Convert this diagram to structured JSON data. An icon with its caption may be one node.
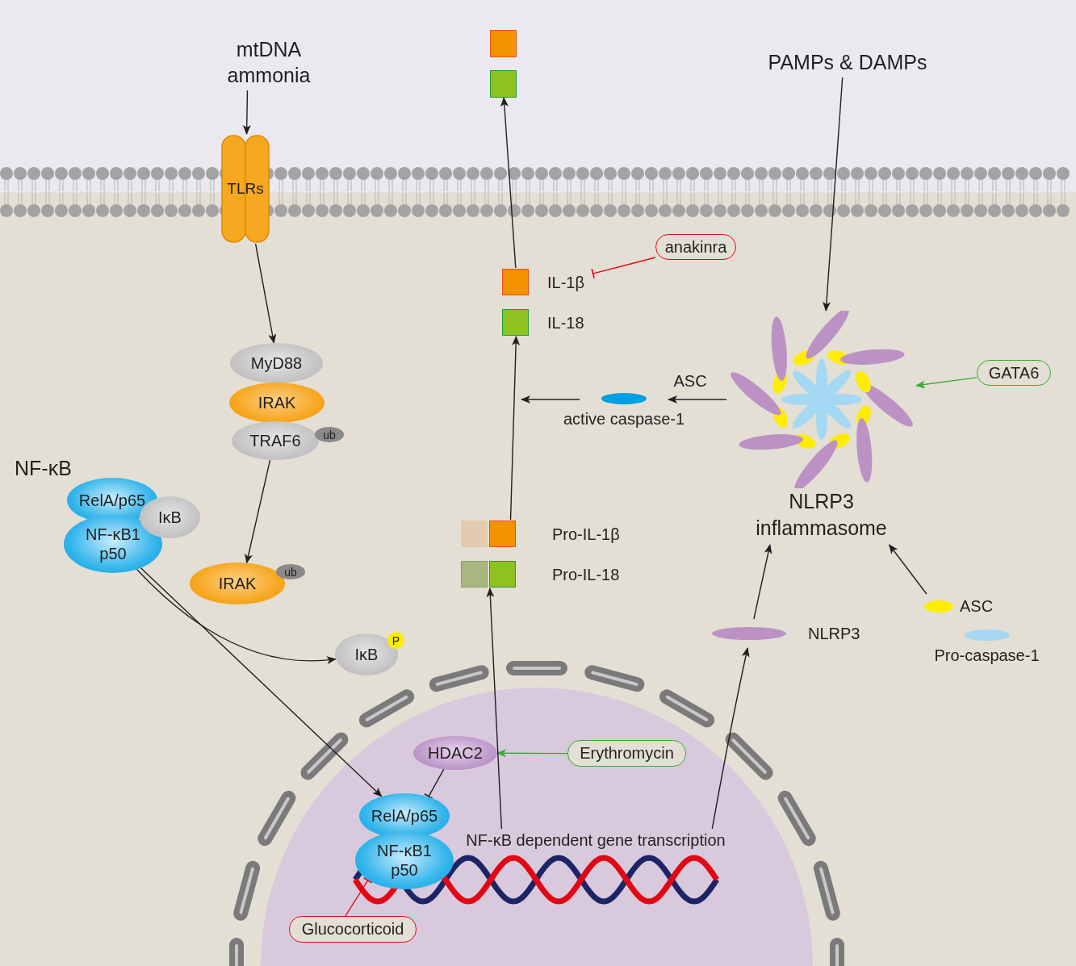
{
  "diagram": {
    "nodes": [
      {
        "text": [
          "mtDNA ammonia"
        ]
      },
      {
        "text": [
          "TLRs"
        ]
      },
      {
        "text": [
          "MyD88"
        ]
      },
      {
        "text": [
          "IRAK"
        ]
      },
      {
        "text": [
          "TRAF6"
        ]
      },
      {
        "text": [
          "ub"
        ]
      },
      {
        "text": [
          "RelA/p65"
        ]
      },
      {
        "text": [
          "NF-κB1 p50"
        ]
      },
      {
        "text": [
          "IκB"
        ]
      },
      {
        "text": [
          "IRAK"
        ]
      },
      {
        "text": [
          "ub"
        ]
      },
      {
        "text": [
          "IκB"
        ]
      },
      {
        "text": [
          "P"
        ]
      },
      {
        "text": [
          "HDAC2"
        ]
      },
      {
        "text": [
          "Erythromycin"
        ]
      },
      {
        "text": [
          "RelA/p65"
        ]
      },
      {
        "text": [
          "NF-κB1 p50"
        ]
      },
      {
        "text": [
          "Glucocorticoid"
        ]
      },
      {
        "text": [
          "NF-κB dependent gene transcription"
        ]
      },
      {
        "text": [
          "Pro-IL-1β"
        ]
      },
      {
        "text": [
          "Pro-IL-18"
        ]
      },
      {
        "text": [
          "IL-1β"
        ]
      },
      {
        "text": [
          "IL-18"
        ]
      },
      {
        "text": [
          "anakinra"
        ]
      },
      {
        "text": [],
        "shape": "box"
      },
      {
        "text": [],
        "shape": "box"
      },
      {
        "text": [
          "active caspase-1"
        ]
      },
      {
        "text": [
          "PAMPs & DAMPs"
        ]
      },
      {
        "text": [
          "NLRP3 inflammasome"
        ]
      },
      {
        "text": [
          "GATA6"
        ]
      },
      {
        "text": [
          "NLRP3"
        ]
      },
      {
        "text": [
          "ASC"
        ]
      },
      {
        "text": [
          "Pro-caspase-1"
        ]
      }
    ],
    "edges": [
      {
        "from": 0,
        "to": 1,
        "arrow": "to"
      },
      {
        "from": 1,
        "to": 2,
        "arrow": "to"
      },
      {
        "from": 4,
        "to": 9,
        "arrow": "to"
      },
      {
        "from": 7,
        "to": 11,
        "arrow": "to"
      },
      {
        "from": 7,
        "to": 15,
        "arrow": "to"
      },
      {
        "from": 14,
        "to": 13,
        "arrow": "to",
        "color": "#3aaa35"
      },
      {
        "from": 13,
        "to": 15,
        "arrow": "other"
      },
      {
        "from": 17,
        "to": 16,
        "arrow": "other",
        "color": "#e30613"
      },
      {
        "from": 18,
        "to": 20,
        "arrow": "to"
      },
      {
        "from": 19,
        "to": 22,
        "arrow": "to"
      },
      {
        "from": 21,
        "to": 25,
        "arrow": "to"
      },
      {
        "from": 23,
        "to": 21,
        "arrow": "other",
        "color": "#e30613"
      },
      {
        "from": 27,
        "to": 28,
        "arrow": "to"
      },
      {
        "from": 28,
        "to": 26,
        "arrow": "to",
        "label": "ASC"
      },
      {
        "from": 26,
        "to": null,
        "arrow": "to"
      },
      {
        "from": 29,
        "to": 28,
        "arrow": "to",
        "color": "#3aaa35"
      },
      {
        "from": 18,
        "to": 30,
        "arrow": "to"
      },
      {
        "from": 30,
        "to": 28,
        "arrow": "to"
      },
      {
        "from": 31,
        "to": 28,
        "arrow": "to"
      }
    ],
    "labels": [
      "NF-κB"
    ]
  }
}
